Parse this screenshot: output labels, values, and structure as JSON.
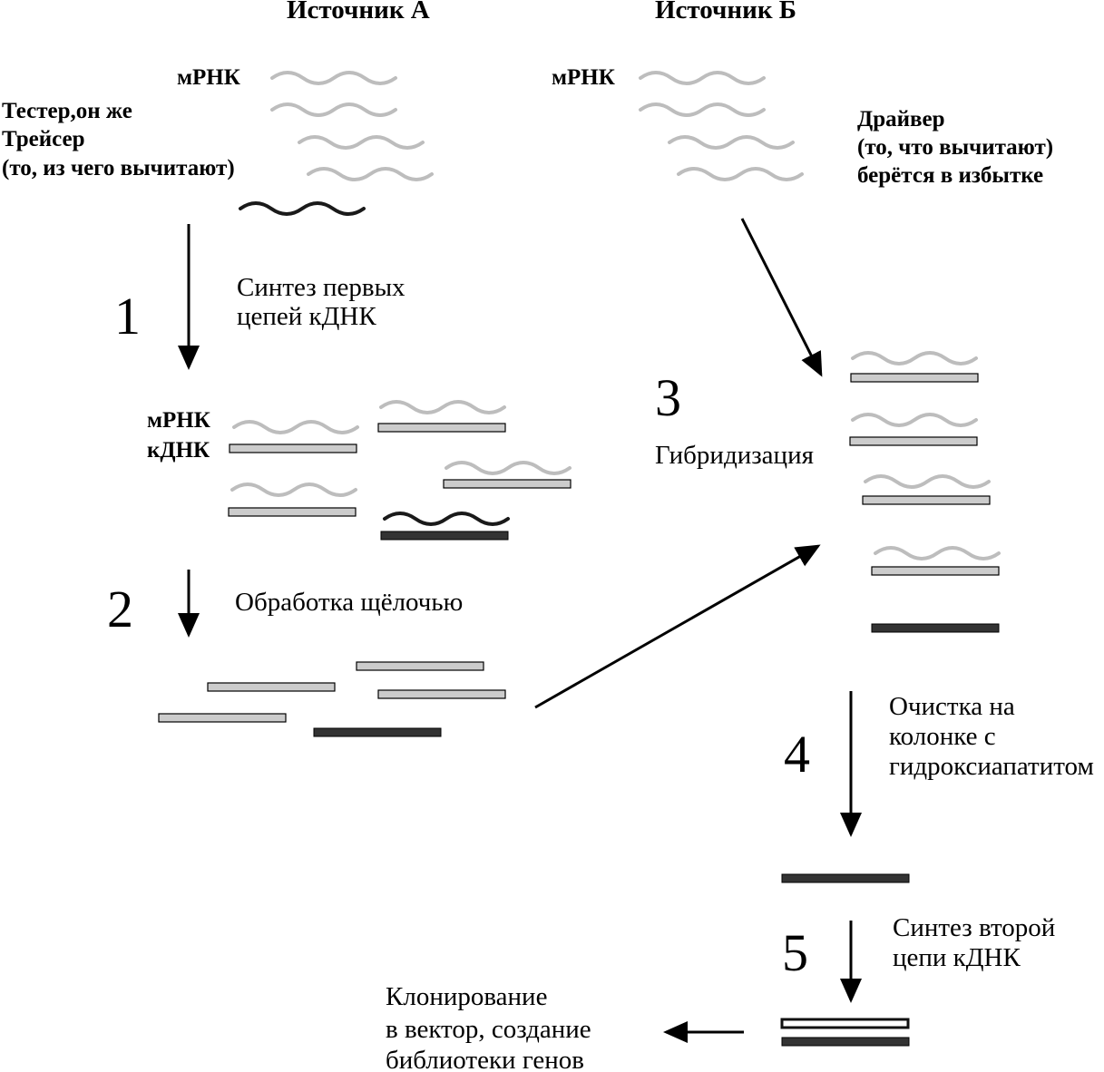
{
  "sources": {
    "a": "Источник А",
    "b": "Источник Б"
  },
  "labels": {
    "mrna_a": "мРНК",
    "mrna_b": "мРНК",
    "tester_1": "Тестер,он же",
    "tester_2": "Трейсер",
    "tester_3": "(то, из чего вычитают)",
    "driver_1": "Драйвер",
    "driver_2": "(то, что вычитают)",
    "driver_3": "берётся в избытке",
    "mrna_step1": "мРНК",
    "cdna_step1": "кДНК"
  },
  "steps": [
    {
      "num": "1",
      "text": [
        "Синтез первых",
        "цепей кДНК"
      ]
    },
    {
      "num": "2",
      "text": [
        "Обработка щёлочью"
      ]
    },
    {
      "num": "3",
      "text": [
        "Гибридизация"
      ]
    },
    {
      "num": "4",
      "text": [
        "Очистка на",
        "колонке с",
        "гидроксиапатитом"
      ]
    },
    {
      "num": "5",
      "text": [
        "Синтез второй",
        "цепи кДНК"
      ]
    }
  ],
  "final": [
    "Клонирование",
    "в вектор, создание",
    "библиотеки генов"
  ]
}
